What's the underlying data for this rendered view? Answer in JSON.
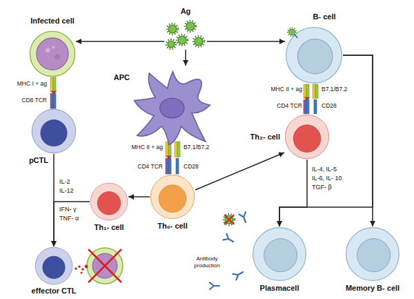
{
  "diagram": {
    "nodes": [
      {
        "text": [
          "Infected cell"
        ]
      },
      {
        "text": [
          "Ag"
        ]
      },
      {
        "text": [
          "B- cell"
        ]
      },
      {
        "text": [
          "APC"
        ]
      },
      {
        "text": [
          "pCTL"
        ]
      },
      {
        "text": [
          "Th₂- cell"
        ]
      },
      {
        "text": [
          "Th₀- cell"
        ]
      },
      {
        "text": [
          "Th₁- cell"
        ]
      },
      {
        "text": [
          "effector CTL"
        ]
      },
      {
        "text": [
          "Plasmacell"
        ]
      },
      {
        "text": [
          "Memory B- cell"
        ]
      }
    ],
    "edges": [
      {
        "from": 1,
        "to": 0,
        "arrow": "to"
      },
      {
        "from": 1,
        "to": 2,
        "arrow": "to"
      },
      {
        "from": 1,
        "to": 3,
        "arrow": "to"
      },
      {
        "from": 6,
        "to": 7,
        "arrow": "to"
      },
      {
        "from": 6,
        "to": 5,
        "arrow": "to"
      },
      {
        "from": 4,
        "to": 8,
        "arrow": "to"
      },
      {
        "from": 7,
        "to": 8,
        "arrow": "to"
      },
      {
        "from": 2,
        "to": 9,
        "arrow": "to"
      },
      {
        "from": 2,
        "to": 10,
        "arrow": "to"
      },
      {
        "from": 5,
        "to": 9,
        "arrow": "to"
      }
    ],
    "labels": [
      "MHC I + ag",
      "CD8 TCR",
      "MHC II + ag",
      "CD4 TCR",
      "B7.1/B7.2",
      "CD28",
      "MHC II + ag",
      "CD4 TCR",
      "B7.1/B7.2",
      "CD28",
      "IL-2",
      "IL-12",
      "IFN- γ",
      "TNF- α",
      "IL-4, IL-5",
      "IL-6, IL- 10",
      "TGF- β",
      "Antibody production"
    ]
  }
}
